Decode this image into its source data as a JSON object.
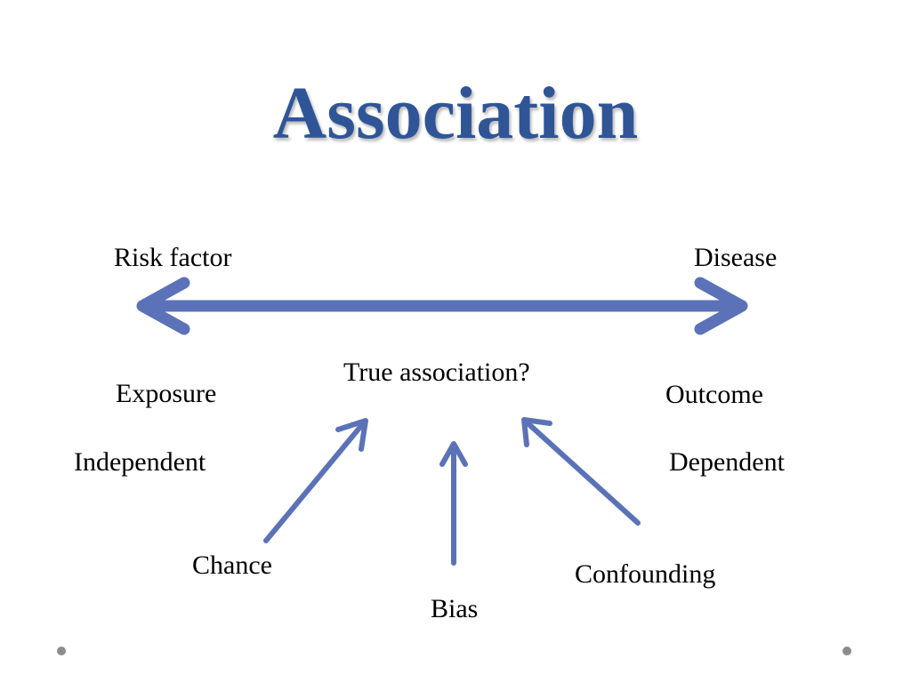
{
  "title": "Association",
  "left_top": "Risk factor",
  "right_top": "Disease",
  "center_question": "True association?",
  "left_terms": [
    "Exposure",
    "Independent"
  ],
  "right_terms": [
    "Outcome",
    "Dependent"
  ],
  "factors": [
    "Chance",
    "Bias",
    "Confounding"
  ],
  "arrow_color": "#5b72b8",
  "title_color": "#2f5597"
}
